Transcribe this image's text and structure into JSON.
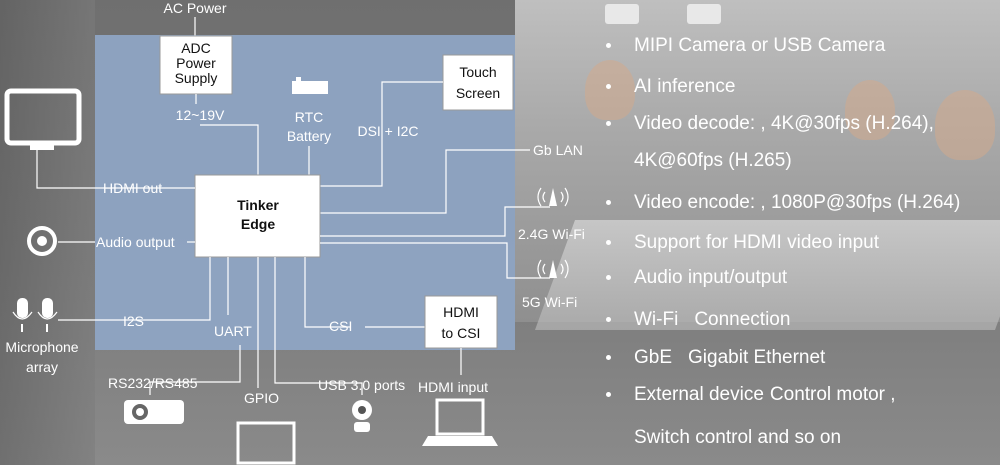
{
  "labels": {
    "ac_power": "AC Power",
    "adc_line1": "ADC",
    "adc_line2": "Power",
    "adc_line3": "Supply",
    "voltage": "12~19V",
    "rtc_line1": "RTC",
    "rtc_line2": "Battery",
    "touch_line1": "Touch",
    "touch_line2": "Screen",
    "dsi_i2c": "DSI + I2C",
    "gb_lan": "Gb LAN",
    "hdmi_out": "HDMI out",
    "tinker_line1": "Tinker",
    "tinker_line2": "Edge",
    "audio_output": "Audio output",
    "wifi_24": "2.4G Wi-Fi",
    "wifi_5": "5G Wi-Fi",
    "i2s": "I2S",
    "uart": "UART",
    "csi": "CSI",
    "hdmi_csi_line1": "HDMI",
    "hdmi_csi_line2": "to CSI",
    "mic_line1": "Microphone",
    "mic_line2": "array",
    "rs232": "RS232/RS485",
    "gpio": "GPIO",
    "usb": "USB 3.0 ports",
    "hdmi_input": "HDMI input"
  },
  "features": [
    {
      "a": "MIPI Camera or USB Camera",
      "b": ""
    },
    {
      "a": "AI inference",
      "b": ""
    },
    {
      "a": "Video decode: , 4K@30fps (H.264),",
      "b": ""
    },
    {
      "a": "4K@60fps (H.265)",
      "b": ""
    },
    {
      "a": "Video encode: , 1080P@30fps (H.264)",
      "b": ""
    },
    {
      "a": "Support for HDMI video input",
      "b": ""
    },
    {
      "a": "Audio input/output",
      "b": ""
    },
    {
      "a": "Wi-Fi",
      "b": "Connection"
    },
    {
      "a": "GbE",
      "b": "Gigabit Ethernet"
    },
    {
      "a": "External device",
      "b": "Control motor ,"
    },
    {
      "a": "Switch control and so on",
      "b": ""
    }
  ],
  "colors": {
    "board_fill": "#8fa6c6",
    "box_fill": "#ffffff",
    "text": "#ffffff"
  }
}
